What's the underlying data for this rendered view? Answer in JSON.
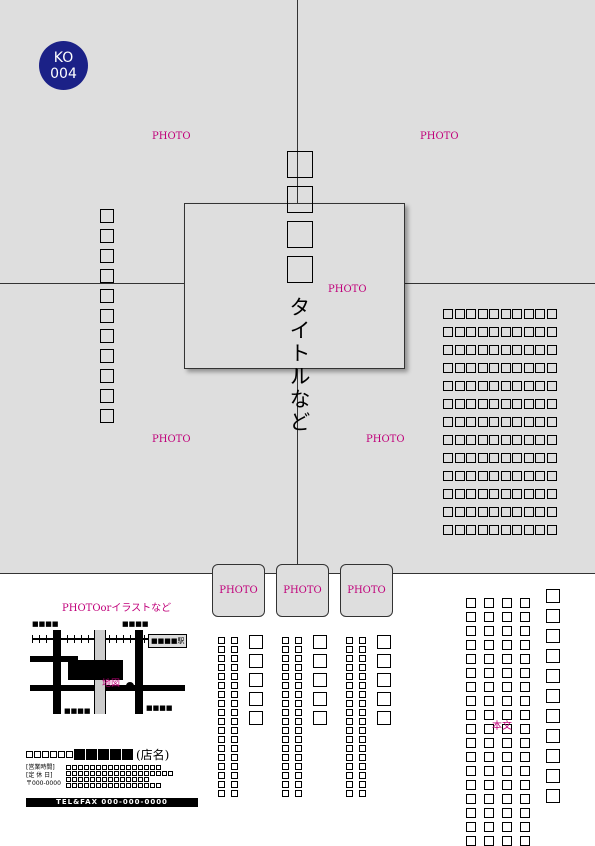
{
  "badge": {
    "line1": "KO",
    "line2": "004"
  },
  "photo_label": "PHOTO",
  "title": "タイトルなど",
  "map": {
    "photo_or_illustration": "PHOTOorイラストなど",
    "station": "■■■■駅",
    "map_label": "地図",
    "store_name": "(店名)",
    "business_hours": "[営業時間]",
    "closed_day": "[定 休 日]",
    "postal": "〒000-0000",
    "tel_fax": "TEL&FAX 000-000-0000"
  },
  "menu_label": "本文"
}
